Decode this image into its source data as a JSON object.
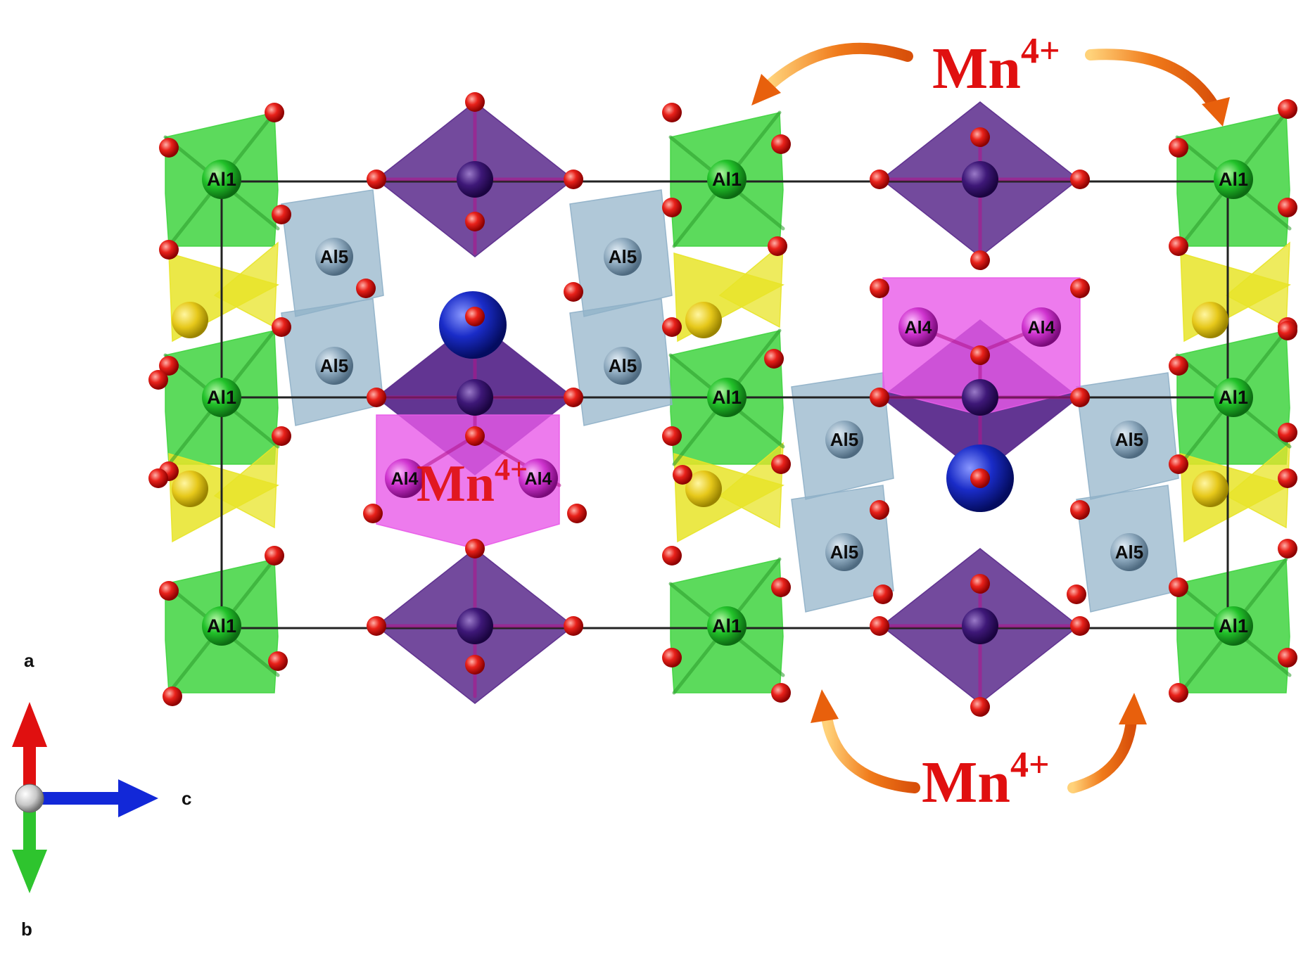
{
  "colors": {
    "al1_polyhedron": "#3fd43f",
    "al1_atom": "#1fb81f",
    "al5_polyhedron": "#8fb0c8",
    "al5_atom": "#8aa6bd",
    "al4_polyhedron": "#e85ae8",
    "al4_atom": "#c42ec4",
    "dark_polyhedron": "#5a2a8c",
    "dark_atom": "#3a1470",
    "yellow_polyhedron": "#e8e428",
    "oxygen": "#e21616",
    "blue_atom": "#1a2cc8",
    "cell_edge": "#222222",
    "mn_label": "#e01010",
    "arrow": "#f07a1a",
    "axis_a": "#e01010",
    "axis_b": "#2ec42e",
    "axis_c": "#1228d8"
  },
  "labels": {
    "al1": "Al1",
    "al4": "Al4",
    "al5": "Al5",
    "mn_base": "Mn",
    "mn_charge": "4+"
  },
  "axes": {
    "a": "a",
    "b": "b",
    "c": "c"
  }
}
